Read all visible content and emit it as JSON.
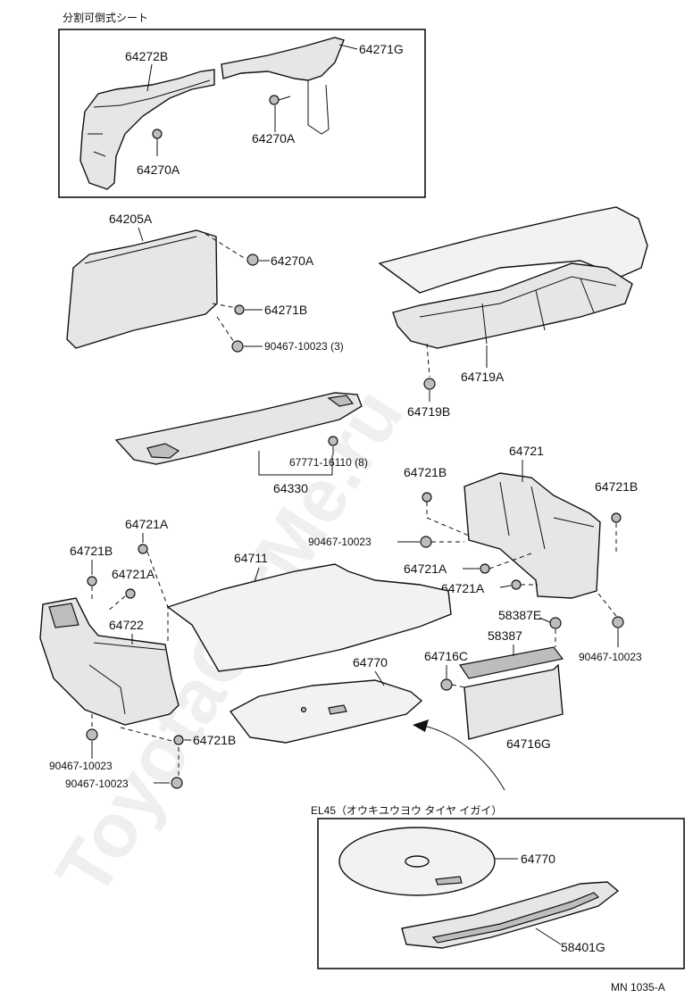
{
  "title": "分割可倒式シート",
  "inset_title": "EL45（オウキユウヨウ タイヤ イガイ）",
  "watermark": "ToyotaCarMe.ru",
  "ref_code": "MN 1035-A",
  "labels": {
    "l64272B": "64272B",
    "l64271G": "64271G",
    "l64270A_1": "64270A",
    "l64270A_2": "64270A",
    "l64205A": "64205A",
    "l64270A_3": "64270A",
    "l64271B": "64271B",
    "l90467_3": "90467-10023 (3)",
    "l64719A": "64719A",
    "l64719B": "64719B",
    "l67771": "67771-16110 (8)",
    "l64330": "64330",
    "l64721": "64721",
    "l64721B_1": "64721B",
    "l64721B_2": "64721B",
    "l90467_a": "90467-10023",
    "l64721A_1": "64721A",
    "l64721A_2": "64721A",
    "l64721A_3": "64721A",
    "l64721B_3": "64721B",
    "l64721A_4": "64721A",
    "l64711": "64711",
    "l64722": "64722",
    "l58387E": "58387E",
    "l58387": "58387",
    "l90467_b": "90467-10023",
    "l64770_1": "64770",
    "l64716C": "64716C",
    "l64716G": "64716G",
    "l64721B_4": "64721B",
    "l90467_c": "90467-10023",
    "l90467_d": "90467-10023",
    "l64770_2": "64770",
    "l58401G": "58401G"
  }
}
